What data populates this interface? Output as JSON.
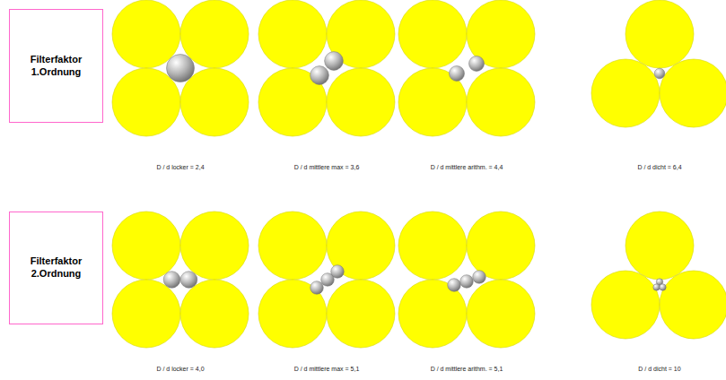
{
  "diagram": {
    "nodes": [
      {
        "text": [
          "Filterfaktor 1.Ordnung"
        ]
      },
      {
        "text": [
          "Filterfaktor 2.Ordnung"
        ]
      }
    ],
    "labels": [
      "D / d locker = 2,4",
      "D / d mittlere max = 3,6",
      "D / d mittlere arithm. = 4,4",
      "D / d dicht = 6,4",
      "D / d locker = 4,0",
      "D / d mittlere max = 5,1",
      "D / d mittlere arithm. = 5,1",
      "D / d dicht = 10"
    ]
  }
}
